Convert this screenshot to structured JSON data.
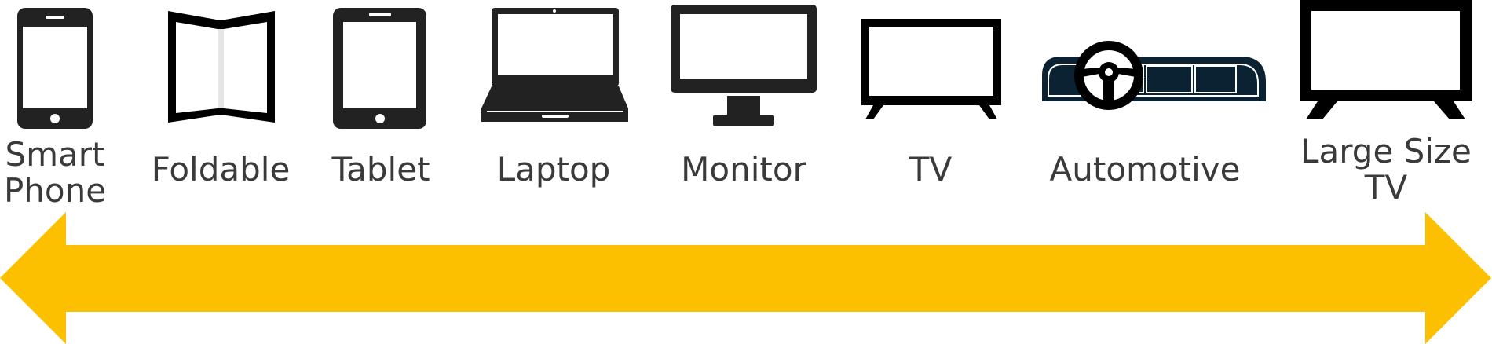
{
  "devices": [
    {
      "name": "smartphone",
      "label_lines": [
        "Smart",
        "Phone"
      ]
    },
    {
      "name": "foldable",
      "label_lines": [
        "Foldable"
      ]
    },
    {
      "name": "tablet",
      "label_lines": [
        "Tablet"
      ]
    },
    {
      "name": "laptop",
      "label_lines": [
        "Laptop"
      ]
    },
    {
      "name": "monitor",
      "label_lines": [
        "Monitor"
      ]
    },
    {
      "name": "tv",
      "label_lines": [
        "TV"
      ]
    },
    {
      "name": "automotive",
      "label_lines": [
        "Automotive"
      ]
    },
    {
      "name": "large-size-tv",
      "label_lines": [
        "Large Size",
        "TV"
      ]
    }
  ],
  "colors": {
    "arrow": "#FCC000",
    "icon": "#000000",
    "automotive_dash": "#0B2233",
    "text": "#3A3A3A"
  }
}
